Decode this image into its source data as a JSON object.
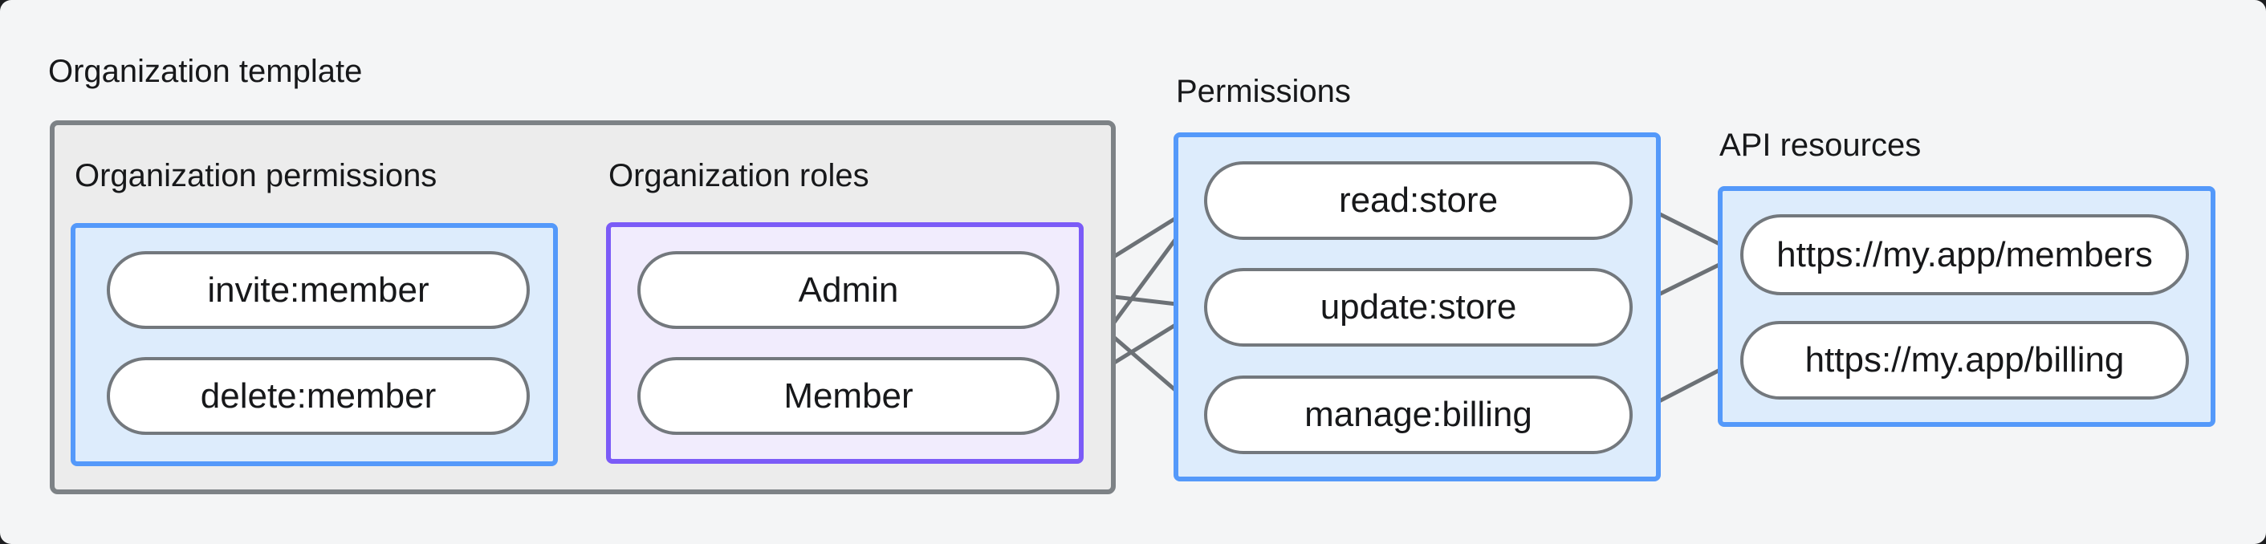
{
  "groups": {
    "organization_template": {
      "title": "Organization template"
    },
    "organization_permissions": {
      "title": "Organization permissions"
    },
    "organization_roles": {
      "title": "Organization roles"
    },
    "permissions": {
      "title": "Permissions"
    },
    "api_resources": {
      "title": "API resources"
    }
  },
  "nodes": {
    "invite_member": {
      "label": "invite:member"
    },
    "delete_member": {
      "label": "delete:member"
    },
    "admin": {
      "label": "Admin"
    },
    "member": {
      "label": "Member"
    },
    "read_store": {
      "label": "read:store"
    },
    "update_store": {
      "label": "update:store"
    },
    "manage_billing": {
      "label": "manage:billing"
    },
    "api_members": {
      "label": "https://my.app/members"
    },
    "api_billing": {
      "label": "https://my.app/billing"
    }
  },
  "edges": [
    {
      "from": "invite_member",
      "to": "admin"
    },
    {
      "from": "invite_member",
      "to": "member"
    },
    {
      "from": "delete_member",
      "to": "member"
    },
    {
      "from": "admin",
      "to": "read_store"
    },
    {
      "from": "admin",
      "to": "update_store"
    },
    {
      "from": "admin",
      "to": "manage_billing"
    },
    {
      "from": "member",
      "to": "read_store"
    },
    {
      "from": "member",
      "to": "update_store"
    },
    {
      "from": "read_store",
      "to": "api_members"
    },
    {
      "from": "update_store",
      "to": "api_members"
    },
    {
      "from": "manage_billing",
      "to": "api_billing"
    }
  ],
  "colors": {
    "page_background": "#f4f5f6",
    "outer_background": "#1d1e20",
    "container_fill": "#ececec",
    "container_border": "#7d8286",
    "blue_fill": "#ddecfc",
    "blue_border": "#5499fa",
    "purple_fill": "#f1ecfd",
    "purple_border": "#7b5bf7",
    "node_fill": "#ffffff",
    "node_border": "#73787d",
    "edge": "#6c7176",
    "text": "#17181a"
  }
}
